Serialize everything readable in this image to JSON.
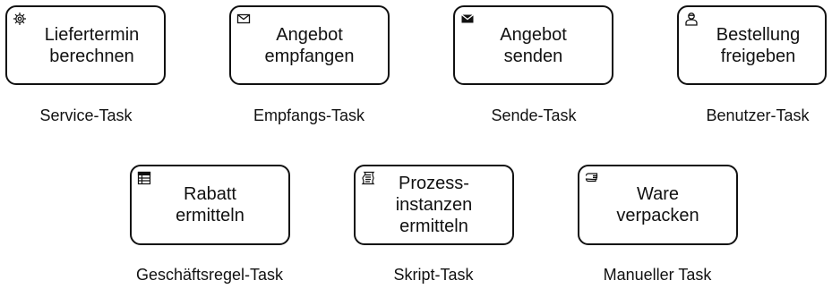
{
  "tasks": [
    {
      "label": "Liefertermin\nberechnen",
      "caption": "Service-Task",
      "icon": "gear-icon"
    },
    {
      "label": "Angebot\nempfangen",
      "caption": "Empfangs-Task",
      "icon": "envelope-outline-icon"
    },
    {
      "label": "Angebot\nsenden",
      "caption": "Sende-Task",
      "icon": "envelope-filled-icon"
    },
    {
      "label": "Bestellung\nfreigeben",
      "caption": "Benutzer-Task",
      "icon": "user-icon"
    },
    {
      "label": "Rabatt\nermitteln",
      "caption": "Geschäftsregel-Task",
      "icon": "table-icon"
    },
    {
      "label": "Prozess-\ninstanzen\nermitteln",
      "caption": "Skript-Task",
      "icon": "script-icon"
    },
    {
      "label": "Ware\nverpacken",
      "caption": "Manueller Task",
      "icon": "hand-icon"
    }
  ]
}
